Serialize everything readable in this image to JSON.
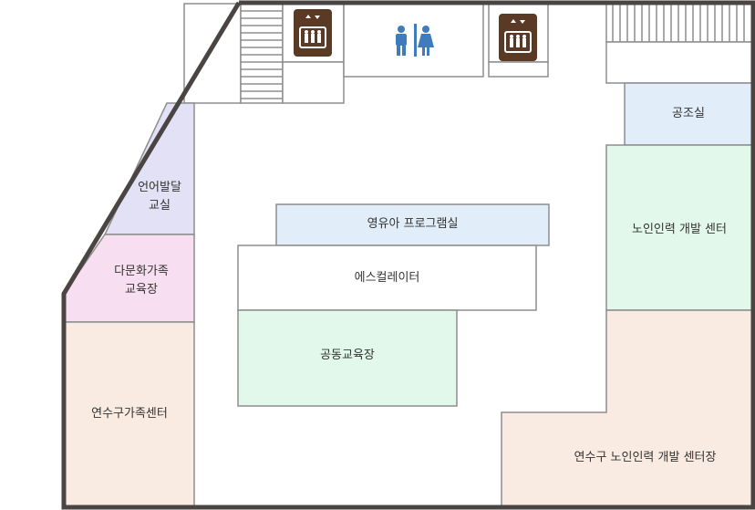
{
  "title": "",
  "rooms": {
    "language_dev": "언어발달\n교실",
    "multicultural": "다문화가족\n교육장",
    "yeonsu_family": "연수구가족센터",
    "infant_program": "영유아 프로그램실",
    "escalator": "에스컬레이터",
    "shared_edu": "공동교육장",
    "aircon": "공조실",
    "senior_center": "노인인력 개발 센터",
    "yeonsu_senior": "연수구 노인인력 개발 센터장"
  },
  "icons": {
    "elevator_1": "elevator-icon",
    "elevator_2": "elevator-icon",
    "restroom": "restroom-icon",
    "stairs_1": "stairs-icon",
    "stairs_2": "stairs-icon"
  },
  "colors": {
    "wall": "#4a4443",
    "outline": "#8d8d8d",
    "lavender": "#e2e1f6",
    "pink": "#f8def1",
    "peach": "#f9ebe1",
    "light_blue": "#e1edf8",
    "mint": "#e1f8ea",
    "elevator_bg": "#5a3925",
    "restroom_blue": "#3f7bbd"
  }
}
